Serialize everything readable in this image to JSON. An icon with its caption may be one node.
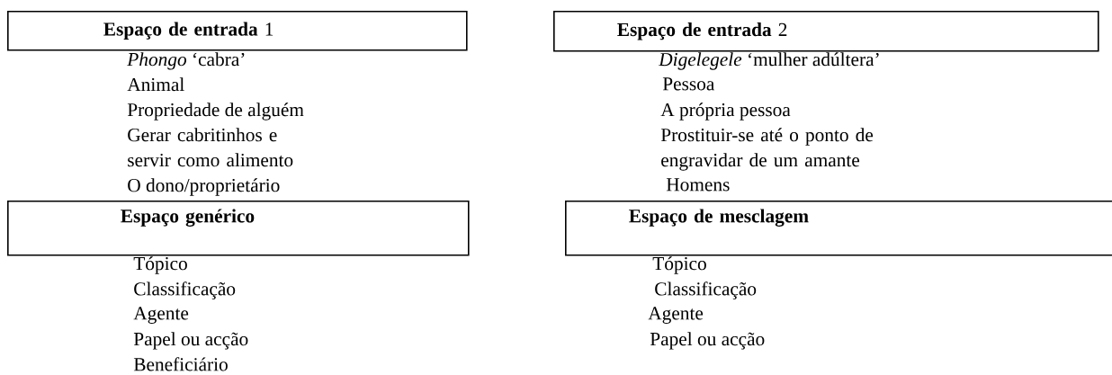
{
  "diagram": {
    "nodes": [
      {
        "text": [
          "**Espaço de entrada** 1"
        ]
      },
      {
        "text": [
          "**Espaço de entrada** 2"
        ]
      },
      {
        "text": [
          "Espaço genérico"
        ]
      },
      {
        "text": [
          "Espaço de mesclagem"
        ]
      }
    ],
    "labels": [
      "*Phongo* ‘cabra’",
      "Animal",
      "Propriedade de alguém",
      "Gerar cabritinhos e servir como alimento",
      "O dono/proprietário",
      "*Digelegele* ‘mulher adúltera’",
      "Pessoa",
      "A própria pessoa",
      "Prostituir-se até o ponto de engravidar de um amante",
      "Homens",
      "Tópico",
      "Classificação",
      "Agente",
      "Papel ou acção",
      "Beneficiário",
      "Tópico",
      "Classificação",
      "Agente",
      "Papel ou acção"
    ]
  }
}
